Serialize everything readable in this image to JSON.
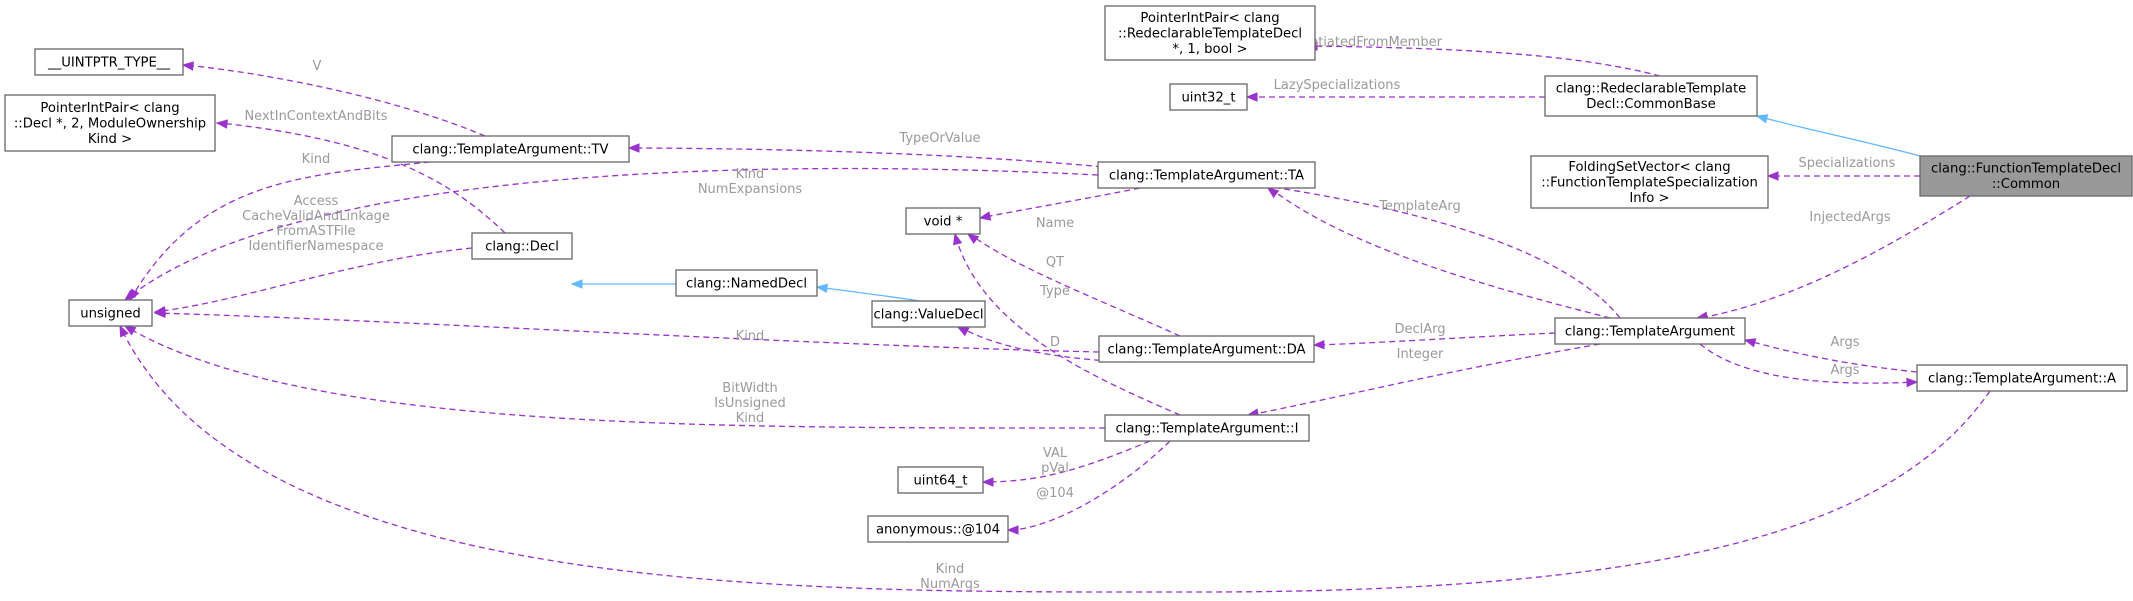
{
  "nodes": [
    {
      "id": "focus",
      "lines": [
        "clang::FunctionTemplateDecl",
        "::Common"
      ],
      "focus": true
    },
    {
      "id": "pip_rtd",
      "lines": [
        "PointerIntPair< clang",
        "::RedeclarableTemplateDecl",
        "*, 1, bool >"
      ]
    },
    {
      "id": "uintptr",
      "lines": [
        "__UINTPTR_TYPE__"
      ]
    },
    {
      "id": "pip_decl",
      "lines": [
        "PointerIntPair< clang",
        "::Decl *, 2, ModuleOwnership",
        "Kind >"
      ]
    },
    {
      "id": "tv",
      "lines": [
        "clang::TemplateArgument::TV"
      ]
    },
    {
      "id": "uint32",
      "lines": [
        "uint32_t"
      ]
    },
    {
      "id": "rtd_cb",
      "lines": [
        "clang::RedeclarableTemplate",
        "Decl::CommonBase"
      ]
    },
    {
      "id": "fsv",
      "lines": [
        "FoldingSetVector< clang",
        "::FunctionTemplateSpecialization",
        "Info >"
      ]
    },
    {
      "id": "ta",
      "lines": [
        "clang::TemplateArgument::TA"
      ]
    },
    {
      "id": "voidp",
      "lines": [
        "void *"
      ]
    },
    {
      "id": "unsigned",
      "lines": [
        "unsigned"
      ]
    },
    {
      "id": "decl",
      "lines": [
        "clang::Decl"
      ]
    },
    {
      "id": "nameddecl",
      "lines": [
        "clang::NamedDecl"
      ]
    },
    {
      "id": "valuedecl",
      "lines": [
        "clang::ValueDecl"
      ]
    },
    {
      "id": "da",
      "lines": [
        "clang::TemplateArgument::DA"
      ]
    },
    {
      "id": "targ",
      "lines": [
        "clang::TemplateArgument"
      ]
    },
    {
      "id": "targ_a",
      "lines": [
        "clang::TemplateArgument::A"
      ]
    },
    {
      "id": "ti",
      "lines": [
        "clang::TemplateArgument::I"
      ]
    },
    {
      "id": "uint64",
      "lines": [
        "uint64_t"
      ]
    },
    {
      "id": "anon",
      "lines": [
        "anonymous::@104"
      ]
    }
  ],
  "edges": [
    {
      "id": "e_instfrom",
      "from": "rtd_cb",
      "to": "pip_rtd",
      "kind": "member",
      "labels": [
        "InstantiatedFromMember"
      ]
    },
    {
      "id": "e_lazy",
      "from": "rtd_cb",
      "to": "uint32",
      "kind": "member",
      "labels": [
        "LazySpecializations"
      ]
    },
    {
      "id": "e_inherit_cb",
      "from": "focus",
      "to": "rtd_cb",
      "kind": "inherit",
      "labels": []
    },
    {
      "id": "e_spec",
      "from": "focus",
      "to": "fsv",
      "kind": "member",
      "labels": [
        "Specializations"
      ]
    },
    {
      "id": "e_injected",
      "from": "focus",
      "to": "targ",
      "kind": "member",
      "labels": [
        "InjectedArgs"
      ]
    },
    {
      "id": "e_v",
      "from": "tv",
      "to": "uintptr",
      "kind": "member",
      "labels": [
        "V"
      ]
    },
    {
      "id": "e_nextctx",
      "from": "decl",
      "to": "pip_decl",
      "kind": "member",
      "labels": [
        "NextInContextAndBits"
      ]
    },
    {
      "id": "e_tv_kind",
      "from": "tv",
      "to": "unsigned",
      "kind": "member",
      "labels": [
        "Kind"
      ]
    },
    {
      "id": "e_ta_kind",
      "from": "ta",
      "to": "unsigned",
      "kind": "member",
      "labels": [
        "Kind",
        "NumExpansions"
      ]
    },
    {
      "id": "e_decl_unsigned",
      "from": "decl",
      "to": "unsigned",
      "kind": "member",
      "labels": [
        "Access",
        "CacheValidAndLinkage",
        "FromASTFile",
        "IdentifierNamespace"
      ]
    },
    {
      "id": "e_da_kind",
      "from": "da",
      "to": "unsigned",
      "kind": "member",
      "labels": [
        "Kind"
      ]
    },
    {
      "id": "e_ti_unsigned",
      "from": "ti",
      "to": "unsigned",
      "kind": "member",
      "labels": [
        "BitWidth",
        "IsUnsigned",
        "Kind"
      ]
    },
    {
      "id": "e_a_unsigned",
      "from": "targ_a",
      "to": "unsigned",
      "kind": "member",
      "labels": [
        "Kind",
        "NumArgs"
      ]
    },
    {
      "id": "e_inherit_nd",
      "from": "nameddecl",
      "to": "decl",
      "kind": "inherit",
      "labels": []
    },
    {
      "id": "e_inherit_vd",
      "from": "valuedecl",
      "to": "nameddecl",
      "kind": "inherit",
      "labels": []
    },
    {
      "id": "e_name",
      "from": "ta",
      "to": "voidp",
      "kind": "member",
      "labels": [
        "Name"
      ]
    },
    {
      "id": "e_qt",
      "from": "da",
      "to": "voidp",
      "kind": "member",
      "labels": [
        "QT"
      ]
    },
    {
      "id": "e_type",
      "from": "ti",
      "to": "voidp",
      "kind": "member",
      "labels": [
        "Type"
      ]
    },
    {
      "id": "e_d",
      "from": "da",
      "to": "valuedecl",
      "kind": "member",
      "labels": [
        "D"
      ]
    },
    {
      "id": "e_typeorvalue",
      "from": "targ",
      "to": "tv",
      "kind": "member",
      "labels": [
        "TypeOrValue"
      ]
    },
    {
      "id": "e_templatearg",
      "from": "targ",
      "to": "ta",
      "kind": "member",
      "labels": [
        "TemplateArg"
      ]
    },
    {
      "id": "e_declarg",
      "from": "targ",
      "to": "da",
      "kind": "member",
      "labels": [
        "DeclArg"
      ]
    },
    {
      "id": "e_integer",
      "from": "targ",
      "to": "ti",
      "kind": "member",
      "labels": [
        "Integer"
      ]
    },
    {
      "id": "e_args_to_targ",
      "from": "targ_a",
      "to": "targ",
      "kind": "member",
      "labels": [
        "Args"
      ]
    },
    {
      "id": "e_args_to_a",
      "from": "targ",
      "to": "targ_a",
      "kind": "member",
      "labels": [
        "Args"
      ]
    },
    {
      "id": "e_val",
      "from": "ti",
      "to": "uint64",
      "kind": "member",
      "labels": [
        "VAL",
        "pVal"
      ]
    },
    {
      "id": "e_anon",
      "from": "ti",
      "to": "anon",
      "kind": "member",
      "labels": [
        "@104"
      ]
    }
  ]
}
